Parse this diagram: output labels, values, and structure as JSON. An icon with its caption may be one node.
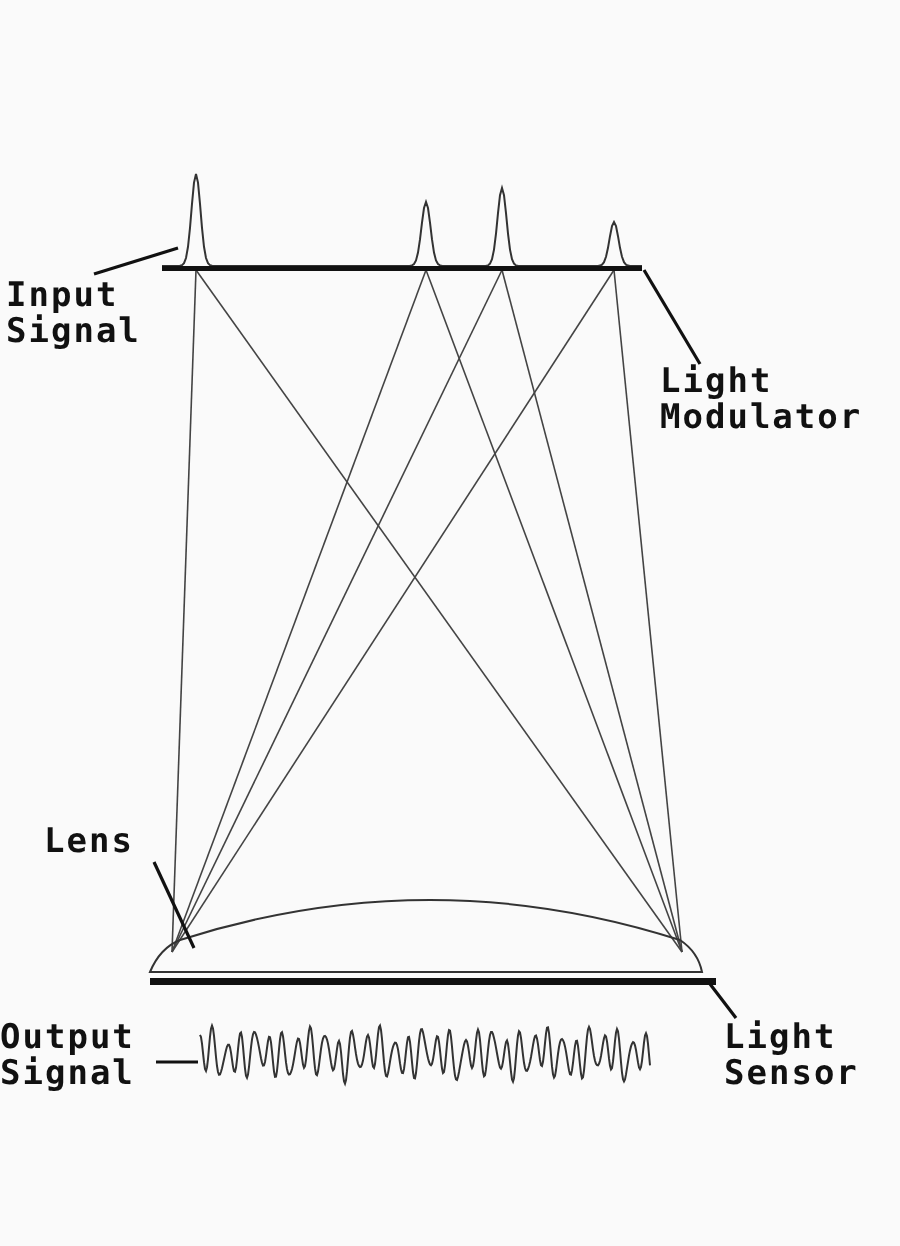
{
  "diagram": {
    "nodes": [
      {
        "text": [
          "Input Signal"
        ]
      },
      {
        "text": [],
        "shape": "curve"
      },
      {
        "text": [
          "Light Modulator"
        ]
      },
      {
        "text": [],
        "shape": "bar"
      },
      {
        "text": [
          "Lens"
        ]
      },
      {
        "text": [],
        "shape": "lens"
      },
      {
        "text": [
          "Output Signal"
        ]
      },
      {
        "text": [],
        "shape": "curve"
      },
      {
        "text": [
          "Light Sensor"
        ]
      },
      {
        "text": [],
        "shape": "bar"
      }
    ],
    "edges": [
      {
        "from": 0,
        "to": 1,
        "arrow": "none"
      },
      {
        "from": 2,
        "to": 3,
        "arrow": "none"
      },
      {
        "from": 4,
        "to": 5,
        "arrow": "none"
      },
      {
        "from": 6,
        "to": 7,
        "arrow": "none"
      },
      {
        "from": 8,
        "to": 9,
        "arrow": "none"
      }
    ]
  }
}
